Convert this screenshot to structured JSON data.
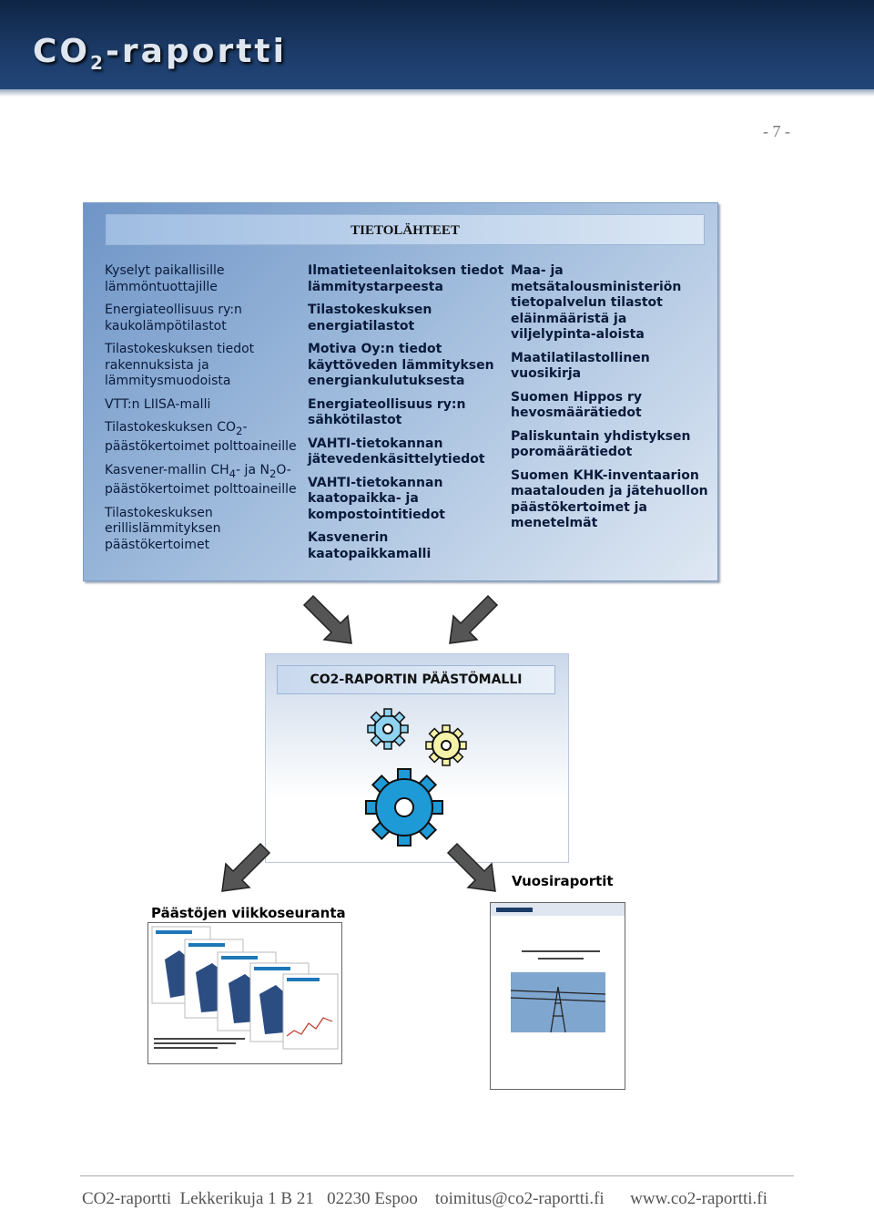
{
  "header": {
    "logo_main": "CO",
    "logo_sub": "2",
    "logo_rest": "-raportti"
  },
  "page_number": "- 7 -",
  "sources": {
    "title": "TIETOLÄHTEET",
    "col1": [
      "Kyselyt paikallisille lämmöntuottajille",
      "Energiateollisuus ry:n kaukolämpötilastot",
      "Tilastokeskuksen tiedot rakennuksista ja lämmitysmuodoista",
      "VTT:n LIISA-malli"
    ],
    "col1_co2_a": "Tilastokeskuksen CO",
    "col1_co2_sub": "2",
    "col1_co2_b": "-päästökertoimet polttoaineille",
    "col1_ch4_a": "Kasvener-mallin CH",
    "col1_ch4_sub": "4",
    "col1_ch4_b": "- ja N",
    "col1_n2o_sub": "2",
    "col1_ch4_c": "O-päästökertoimet polttoaineille",
    "col1_last": "Tilastokeskuksen erillislämmityksen päästökertoimet",
    "col2": [
      "Ilmatieteenlaitoksen tiedot lämmitystarpeesta",
      "Tilastokeskuksen energiatilastot",
      "Motiva Oy:n tiedot käyttöveden lämmityksen energiankulutuksesta",
      "Energiateollisuus ry:n sähkötilastot",
      "VAHTI-tietokannan jätevedenkäsittelytiedot",
      "VAHTI-tietokannan kaatopaikka- ja kompostointitiedot",
      "Kasvenerin kaatopaikkamalli"
    ],
    "col3": [
      "Maa- ja metsätalousministeriön tietopalvelun tilastot eläinmääristä ja viljelypinta-aloista",
      "Maatilatilastollinen vuosikirja",
      "Suomen Hippos ry hevosmäärätiedot",
      "Paliskuntain yhdistyksen poromäärätiedot",
      "Suomen KHK-inventaarion maatalouden ja jätehuollon päästökertoimet ja menetelmät"
    ]
  },
  "model": {
    "title": "CO2-RAPORTIN PÄÄSTÖMALLI"
  },
  "outputs": {
    "weekly_label": "Päästöjen viikkoseuranta",
    "annual_label": "Vuosiraportit"
  },
  "footer": "CO2-raportti  Lekkerikuja 1 B 21   02230 Espoo    toimitus@co2-raportti.fi      www.co2-raportti.fi",
  "colors": {
    "header": "#1b3a66",
    "gear_large": "#1e9ad6",
    "gear_small_blue": "#8fd3f0",
    "gear_small_yellow": "#f3f2a8"
  }
}
